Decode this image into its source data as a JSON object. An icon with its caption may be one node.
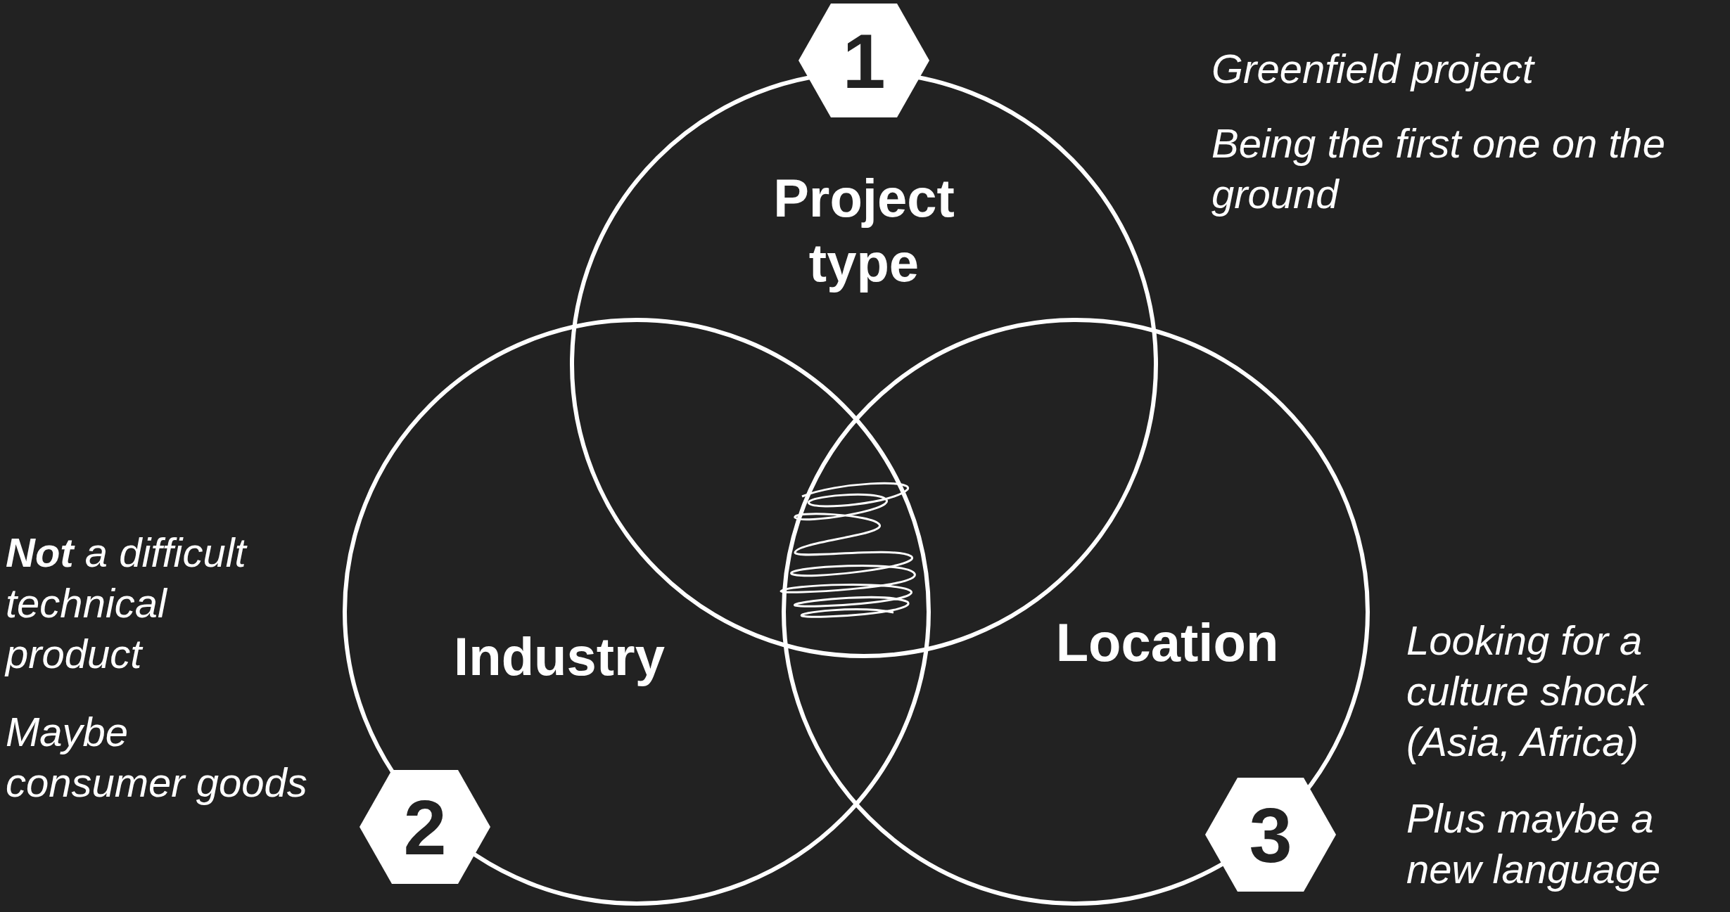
{
  "diagram": {
    "nodes": [
      {
        "text": [
          "1"
        ]
      },
      {
        "text": [
          "Project type"
        ]
      },
      {
        "text": [
          "Industry"
        ]
      },
      {
        "text": [
          "Location"
        ]
      },
      {
        "text": [
          "2"
        ]
      },
      {
        "text": [
          "3"
        ]
      }
    ],
    "edges": [],
    "labels": [
      "Greenfield project",
      "Being the first one on the ground",
      "**Not** a difficult technical product",
      "Maybe consumer goods",
      "Looking for a culture shock (Asia, Africa)",
      "Plus maybe a new language"
    ]
  }
}
